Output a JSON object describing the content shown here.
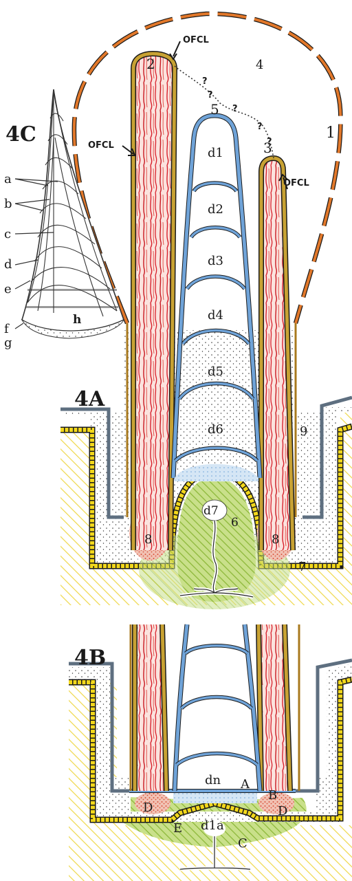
{
  "panels": {
    "a": "4A",
    "b": "4B",
    "c": "4C"
  },
  "panel_a": {
    "ofcl_top": "OFCL",
    "ofcl_left": "OFCL",
    "ofcl_right": "OFCL",
    "n1": "1",
    "n2": "2",
    "n3": "3",
    "n4": "4",
    "n5": "5",
    "n6": "6",
    "n7": "7",
    "n8_left": "8",
    "n8_right": "8",
    "n9": "9",
    "d1": "d1",
    "d2": "d2",
    "d3": "d3",
    "d4": "d4",
    "d5": "d5",
    "d6": "d6",
    "d7": "d7",
    "q1": "?",
    "q2": "?",
    "q3": "?",
    "q4": "?",
    "q5": "?"
  },
  "panel_b": {
    "dn": "dn",
    "A": "A",
    "B": "B",
    "C": "C",
    "D_left": "D",
    "D_right": "D",
    "E": "E",
    "d1a": "d1a"
  },
  "panel_c": {
    "a": "a",
    "b": "b",
    "c": "c",
    "d": "d",
    "e": "e",
    "f": "f",
    "g": "g",
    "h": "h"
  },
  "colors": {
    "blue": "#6fa3d8",
    "red": "#d8202c",
    "pink": "#e9b1a2",
    "brown": "#a8791e",
    "orange": "#df7a2a",
    "yellow": "#f3d81c",
    "green": "#9cc640",
    "gray": "#5e6f80"
  }
}
